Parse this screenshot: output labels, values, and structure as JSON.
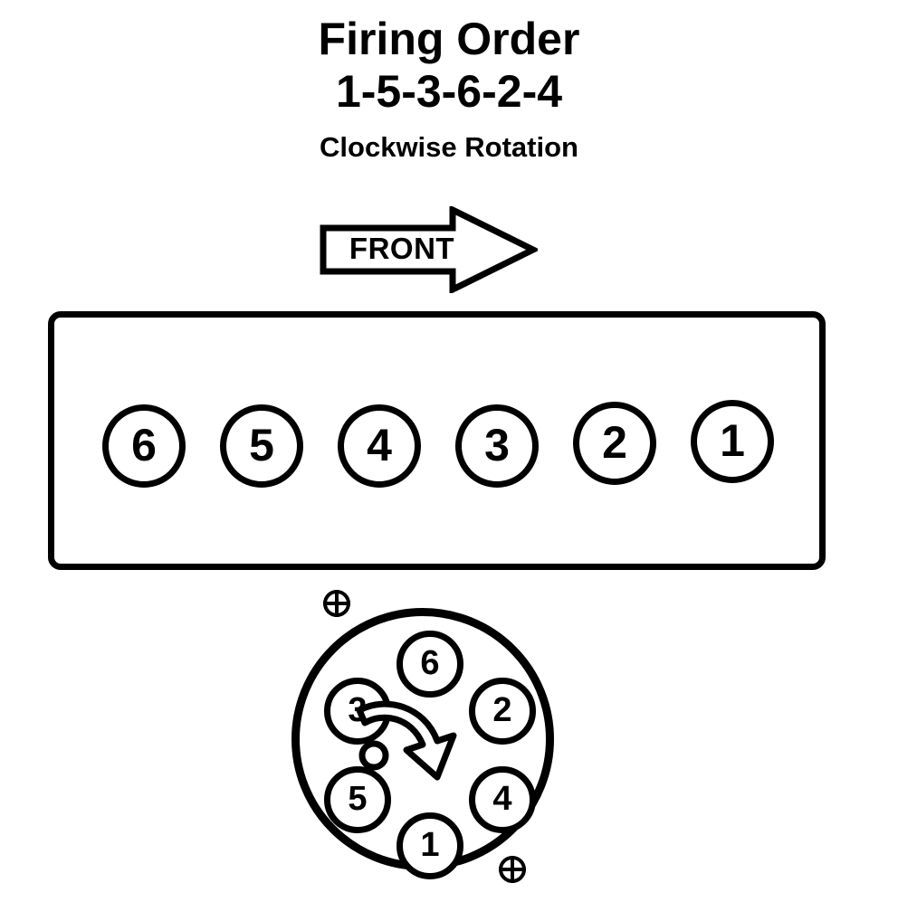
{
  "diagram": {
    "title": "Firing Order",
    "firing_order": "1-5-3-6-2-4",
    "rotation_note": "Clockwise Rotation",
    "direction_label": "FRONT",
    "ink_color": "#000000",
    "background_color": "#ffffff"
  },
  "engine_block": {
    "cylinders": [
      {
        "label": "6"
      },
      {
        "label": "5"
      },
      {
        "label": "4"
      },
      {
        "label": "3"
      },
      {
        "label": "2"
      },
      {
        "label": "1"
      }
    ]
  },
  "distributor_cap": {
    "rotation": "clockwise",
    "terminals": [
      {
        "label": "6",
        "position": "top"
      },
      {
        "label": "2",
        "position": "upper-right"
      },
      {
        "label": "4",
        "position": "lower-right"
      },
      {
        "label": "1",
        "position": "bottom"
      },
      {
        "label": "5",
        "position": "lower-left"
      },
      {
        "label": "3",
        "position": "upper-left"
      }
    ],
    "clips": [
      {
        "position": "upper-left",
        "symbol": "crossed-circle"
      },
      {
        "position": "lower-right",
        "symbol": "crossed-circle"
      }
    ]
  }
}
